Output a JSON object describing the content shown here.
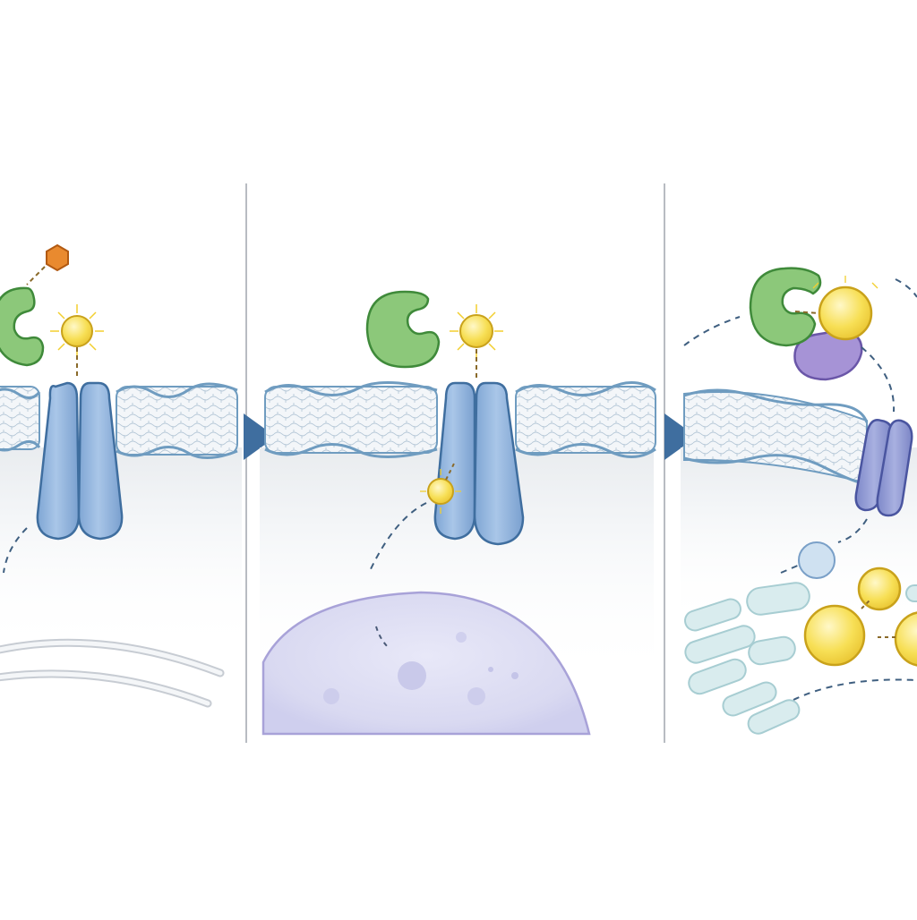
{
  "diagram": {
    "panel_count": 3,
    "labels": [],
    "colors": {
      "background": "#ffffff",
      "divider": "#9aa0a8",
      "membrane_fill": "#eef3f7",
      "membrane_edge": "#6f9cc0",
      "receptor_fill": "#8fb3dc",
      "receptor_edge": "#3f6e9f",
      "receptor_alt_fill": "#8c95d0",
      "receptor_alt_edge": "#4a55a0",
      "enzyme_green": "#8cc87a",
      "enzyme_green_edge": "#3f8a3a",
      "ligand_yellow": "#f5d84a",
      "ligand_yellow_edge": "#c9a21b",
      "hexagon_orange": "#e98a2f",
      "nucleus_purple": "#ddddf4",
      "partner_purple": "#a693d6",
      "vesicle_teal": "#cfe6e8",
      "arrow_blue": "#3f6e9f"
    },
    "icons": {
      "transition_arrow": "triangle-right",
      "receptor": "dimer-channel",
      "enzyme": "c-shaped-protein",
      "ligand": "glowing-sphere",
      "cofactor": "hexagon-molecule",
      "nucleus": "cell-nucleus",
      "partner": "bean-protein"
    }
  }
}
